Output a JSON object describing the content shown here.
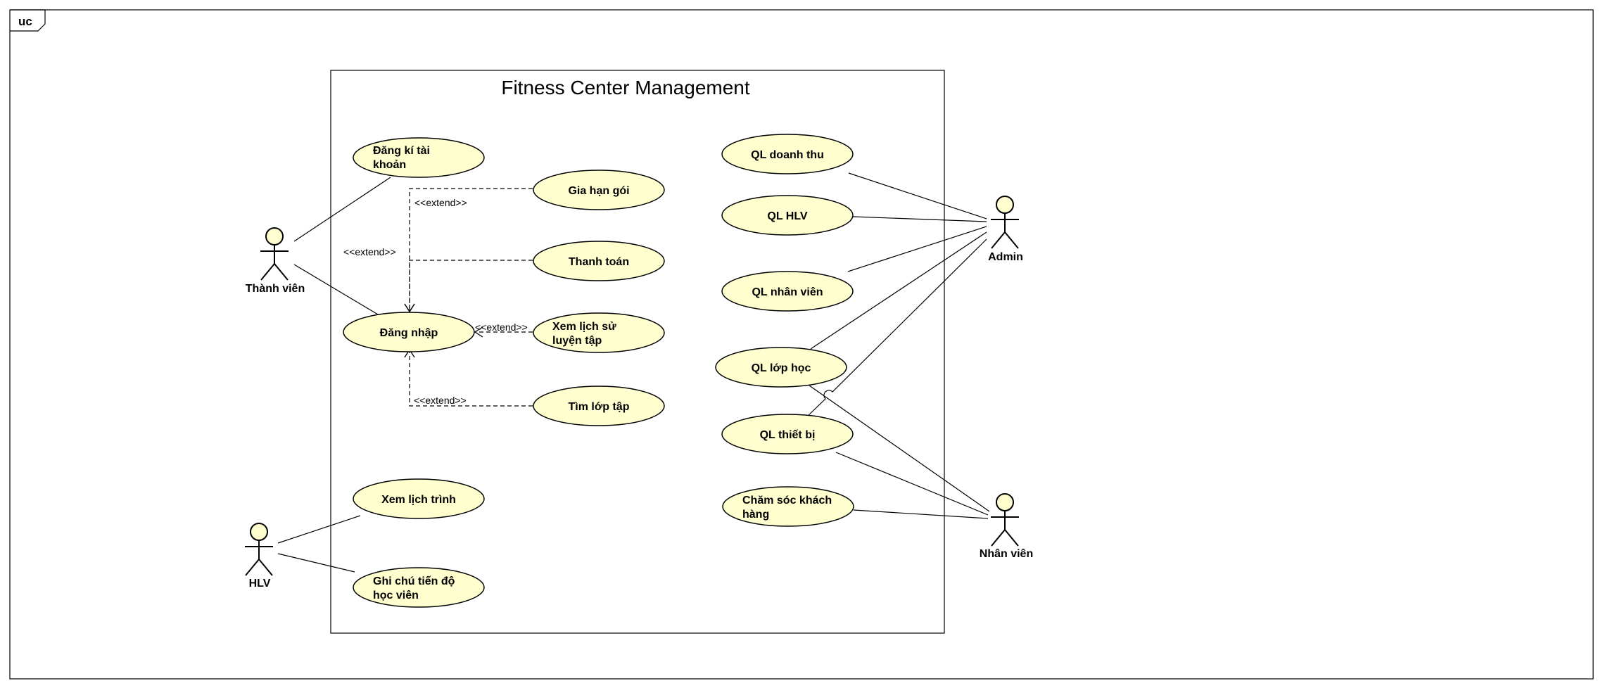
{
  "frame": {
    "label": "uc"
  },
  "system": {
    "title": "Fitness Center Management"
  },
  "actors": {
    "member": "Thành viên",
    "coach": "HLV",
    "admin": "Admin",
    "staff": "Nhân viên"
  },
  "usecases": {
    "register": [
      "Đăng kí tài",
      "khoản"
    ],
    "renew": [
      "Gia hạn gói"
    ],
    "payment": [
      "Thanh toán"
    ],
    "login": [
      "Đăng nhập"
    ],
    "history": [
      "Xem lịch sử",
      "luyện tập"
    ],
    "find_class": [
      "Tìm lớp tập"
    ],
    "schedule": [
      "Xem lịch trình"
    ],
    "notes": [
      "Ghi chú tiến độ",
      "học viên"
    ],
    "revenue": [
      "QL doanh thu"
    ],
    "coach_mgmt": [
      "QL HLV"
    ],
    "staff_mgmt": [
      "QL nhân viên"
    ],
    "class_mgmt": [
      "QL lớp học"
    ],
    "equipment": [
      "QL thiết bị"
    ],
    "customer_care": [
      "Chăm sóc khách",
      "hàng"
    ]
  },
  "extend_label": "<<extend>>",
  "colors": {
    "usecase_fill": "#FEFECE",
    "stroke": "#000000"
  }
}
